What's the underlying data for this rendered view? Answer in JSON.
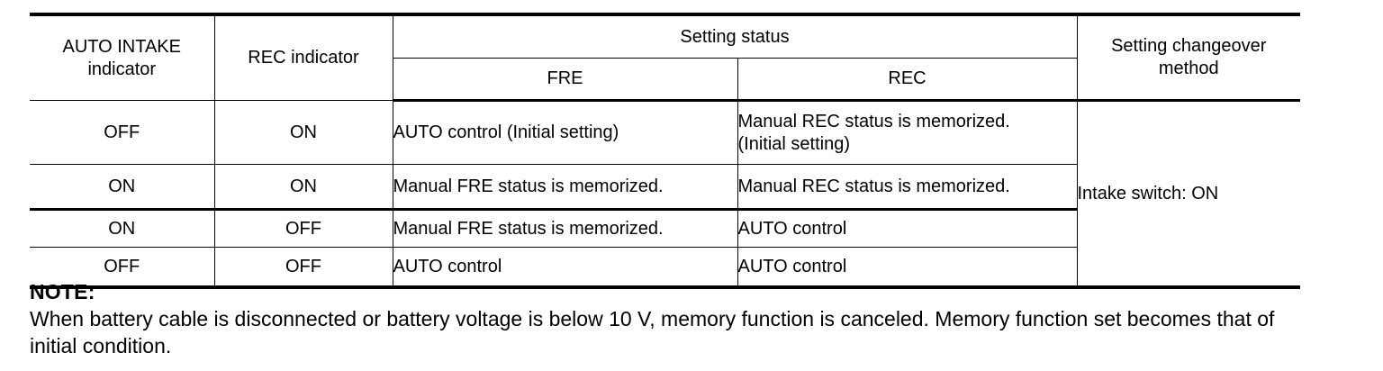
{
  "table": {
    "headers": {
      "auto_intake_indicator": "AUTO INTAKE\nindicator",
      "auto_intake_line1": "AUTO INTAKE",
      "auto_intake_line2": "indicator",
      "rec_indicator": "REC indicator",
      "setting_status": "Setting status",
      "fre": "FRE",
      "rec": "REC",
      "setting_changeover_line1": "Setting changeover",
      "setting_changeover_line2": "method"
    },
    "rows": [
      {
        "auto_intake": "OFF",
        "rec_indicator": "ON",
        "fre": "AUTO control (Initial setting)",
        "rec_line1": "Manual REC status is memorized.",
        "rec_line2": "(Initial setting)"
      },
      {
        "auto_intake": "ON",
        "rec_indicator": "ON",
        "fre": "Manual FRE status is memorized.",
        "rec_line1": "Manual REC status is memorized.",
        "rec_line2": ""
      },
      {
        "auto_intake": "ON",
        "rec_indicator": "OFF",
        "fre": "Manual FRE status is memorized.",
        "rec_line1": "AUTO control",
        "rec_line2": ""
      },
      {
        "auto_intake": "OFF",
        "rec_indicator": "OFF",
        "fre": "AUTO control",
        "rec_line1": "AUTO control",
        "rec_line2": ""
      }
    ],
    "changeover_method": "Intake switch: ON"
  },
  "note": {
    "title": "NOTE:",
    "body": "When battery cable is disconnected or battery voltage is below 10 V, memory function is canceled. Memory function set becomes that of initial condition."
  }
}
